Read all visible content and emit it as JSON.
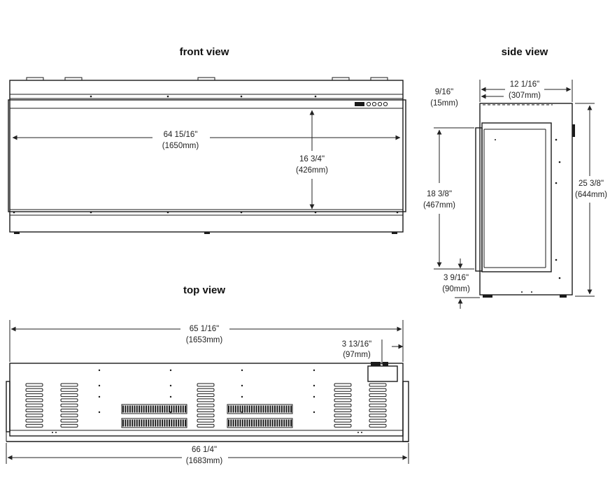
{
  "views": {
    "front": {
      "title": "front view"
    },
    "side": {
      "title": "side view"
    },
    "top": {
      "title": "top view"
    }
  },
  "dimensions": {
    "front_width": {
      "imperial": "64 15/16\"",
      "metric": "(1650mm)"
    },
    "front_height": {
      "imperial": "16 3/4\"",
      "metric": "(426mm)"
    },
    "side_depth": {
      "imperial": "12 1/16\"",
      "metric": "(307mm)"
    },
    "side_offset": {
      "imperial": "9/16\"",
      "metric": "(15mm)"
    },
    "side_opening_height": {
      "imperial": "18 3/8\"",
      "metric": "(467mm)"
    },
    "side_total_height": {
      "imperial": "25 3/8\"",
      "metric": "(644mm)"
    },
    "side_base_height": {
      "imperial": "3 9/16\"",
      "metric": "(90mm)"
    },
    "top_width": {
      "imperial": "65 1/16\"",
      "metric": "(1653mm)"
    },
    "top_offset": {
      "imperial": "3 13/16\"",
      "metric": "(97mm)"
    },
    "top_total_width": {
      "imperial": "66 1/4\"",
      "metric": "(1683mm)"
    }
  }
}
